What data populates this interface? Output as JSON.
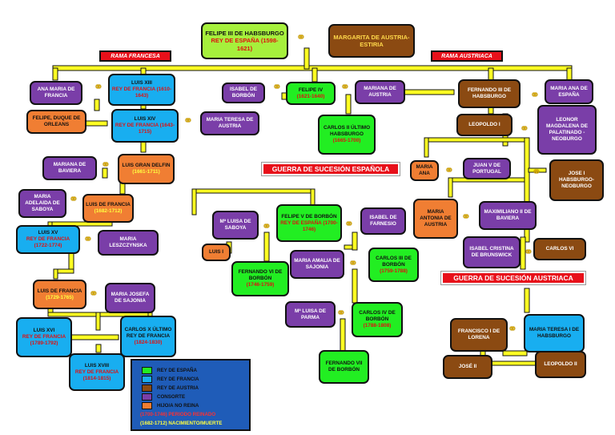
{
  "banners": {
    "rama_francesa": "RAMA FRANCESA",
    "rama_austriaca": "RAMA AUSTRIACA",
    "sucesion_espanola": "GUERRA DE SUCESIÓN ESPAÑOLA",
    "sucesion_austriaca": "GUERRA DE SUCESIÓN AUSTRIACA"
  },
  "nodes": {
    "felipe3": {
      "name": "FELIPE III DE HABSBURGO",
      "sub": "REY DE ESPAÑA (1598-1621)"
    },
    "margarita": {
      "name": "MARGARITA DE AUSTRIA-ESTIRIA",
      "sub": ""
    },
    "ana_maria": {
      "name": "ANA MARIA DE FRANCIA",
      "sub": ""
    },
    "luis13": {
      "name": "LUIS XIII",
      "sub": "REY DE FRANCIA (1610-1643)"
    },
    "isabel_borbon": {
      "name": "ISABEL DE BORBÓN",
      "sub": ""
    },
    "felipe4": {
      "name": "FELIPE IV",
      "sub": "(1621-1640)"
    },
    "mariana_austria": {
      "name": "MARIANA DE AUSTRIA",
      "sub": ""
    },
    "fernando3": {
      "name": "FERNANDO III DE HABSBURGO",
      "sub": ""
    },
    "maria_ana": {
      "name": "MARIA ANA DE ESPAÑA",
      "sub": ""
    },
    "felipe_orleans": {
      "name": "FELIPE, DUQUE DE ORLEANS",
      "sub": ""
    },
    "luis14": {
      "name": "LUIS XIV",
      "sub": "REY DE FRANCIA (1643-1715)"
    },
    "maria_teresa_austria": {
      "name": "MARIA TERESA DE AUSTRIA",
      "sub": ""
    },
    "carlos2": {
      "name": "CARLOS II ÚLTIMO HABSBURGO",
      "sub": "(1665-1700)"
    },
    "leopoldo1": {
      "name": "LEOPOLDO I",
      "sub": ""
    },
    "leonor": {
      "name": "LEONOR MAGDALENA DE PALATINADO - NEOBURGO",
      "sub": ""
    },
    "mariana_baviera": {
      "name": "MARIANA DE BAVIERA",
      "sub": ""
    },
    "luis_delfin": {
      "name": "LUIS GRAN DELFIN",
      "sub": "(1661-1711)"
    },
    "maria_ana2": {
      "name": "MARIA ANA",
      "sub": ""
    },
    "juan5": {
      "name": "JUAN V DE PORTUGAL",
      "sub": ""
    },
    "jose1": {
      "name": "JOSE I HABSBURGO-NEOBURGO",
      "sub": ""
    },
    "maria_adelaida": {
      "name": "MARIA ADELAIDA DE SABOYA",
      "sub": ""
    },
    "luis_francia": {
      "name": "LUIS DE FRANCIA",
      "sub": "(1682-1712)"
    },
    "felipe5": {
      "name": "FELIPE V DE BORBÓN",
      "sub": "REY DE ESPAÑA (1700-1746)"
    },
    "isabel_farnesio": {
      "name": "ISABEL DE FARNESIO",
      "sub": ""
    },
    "maria_antonia": {
      "name": "MARIA ANTONIA DE AUSTRIA",
      "sub": ""
    },
    "maximiliano": {
      "name": "MAXIMILIANO II DE BAVIERA",
      "sub": ""
    },
    "luis15": {
      "name": "LUIS XV",
      "sub": "REY DE FRANCIA (1722-1774)"
    },
    "maria_leszczynska": {
      "name": "MARIA LESZCZYNSKA",
      "sub": ""
    },
    "luisa_saboya": {
      "name": "Mª LUISA DE SABOYA",
      "sub": ""
    },
    "luis1": {
      "name": "LUIS I",
      "sub": ""
    },
    "maria_amalia": {
      "name": "MARIA AMALIA DE SAJONIA",
      "sub": ""
    },
    "carlos3": {
      "name": "CARLOS III DE BORBÓN",
      "sub": "(1759-1788)"
    },
    "isabel_brunswick": {
      "name": "ISABEL CRISTINA DE BRUNSWICK",
      "sub": ""
    },
    "carlos6": {
      "name": "CARLOS VI",
      "sub": ""
    },
    "fernando6": {
      "name": "FERNANDO VI DE BORBÓN",
      "sub": "(1746-1759)"
    },
    "luis_francia2": {
      "name": "LUIS DE FRANCIA",
      "sub": "(1729-1765)"
    },
    "maria_josefa": {
      "name": "MARIA JOSEFA DE SAJONIA",
      "sub": ""
    },
    "luisa_parma": {
      "name": "Mª LUISA DE PARMA",
      "sub": ""
    },
    "carlos4": {
      "name": "CARLOS IV DE BORBÓN",
      "sub": "(1788-1808)"
    },
    "luis16": {
      "name": "LUIS XVI",
      "sub": "REY DE FRANCIA (1789-1792)"
    },
    "carlos10": {
      "name": "CARLOS X ÚLTIMO REY DE FRANCIA",
      "sub": "(1824-1830)"
    },
    "francisco1": {
      "name": "FRANCISCO I DE LORENA",
      "sub": ""
    },
    "maria_teresa1": {
      "name": "MARIA TERESA I DE HABSBURGO",
      "sub": ""
    },
    "fernando7": {
      "name": "FERNANDO VII DE BORBÓN",
      "sub": ""
    },
    "luis18": {
      "name": "LUIS XVIII",
      "sub": "REY DE FRANCIA (1814-1815)"
    },
    "jose2": {
      "name": "JOSÉ II",
      "sub": ""
    },
    "leopoldo2": {
      "name": "LEOPOLDO II",
      "sub": ""
    }
  },
  "legend": {
    "items": [
      {
        "label": "REY DE ESPAÑA",
        "color": "#22ee22"
      },
      {
        "label": "REY DE FRANCIA",
        "color": "#18aef0"
      },
      {
        "label": "REY DE AUSTRIA",
        "color": "#8b4a12"
      },
      {
        "label": "CONSORTE",
        "color": "#7a3ea8"
      },
      {
        "label": "HIJO/A NO REINA",
        "color": "#f07e33"
      }
    ],
    "periodo": "(1700-1746) PERIODO REINADO",
    "nacimiento": "(1682-1712) NACIMIENTO/MUERTE"
  }
}
